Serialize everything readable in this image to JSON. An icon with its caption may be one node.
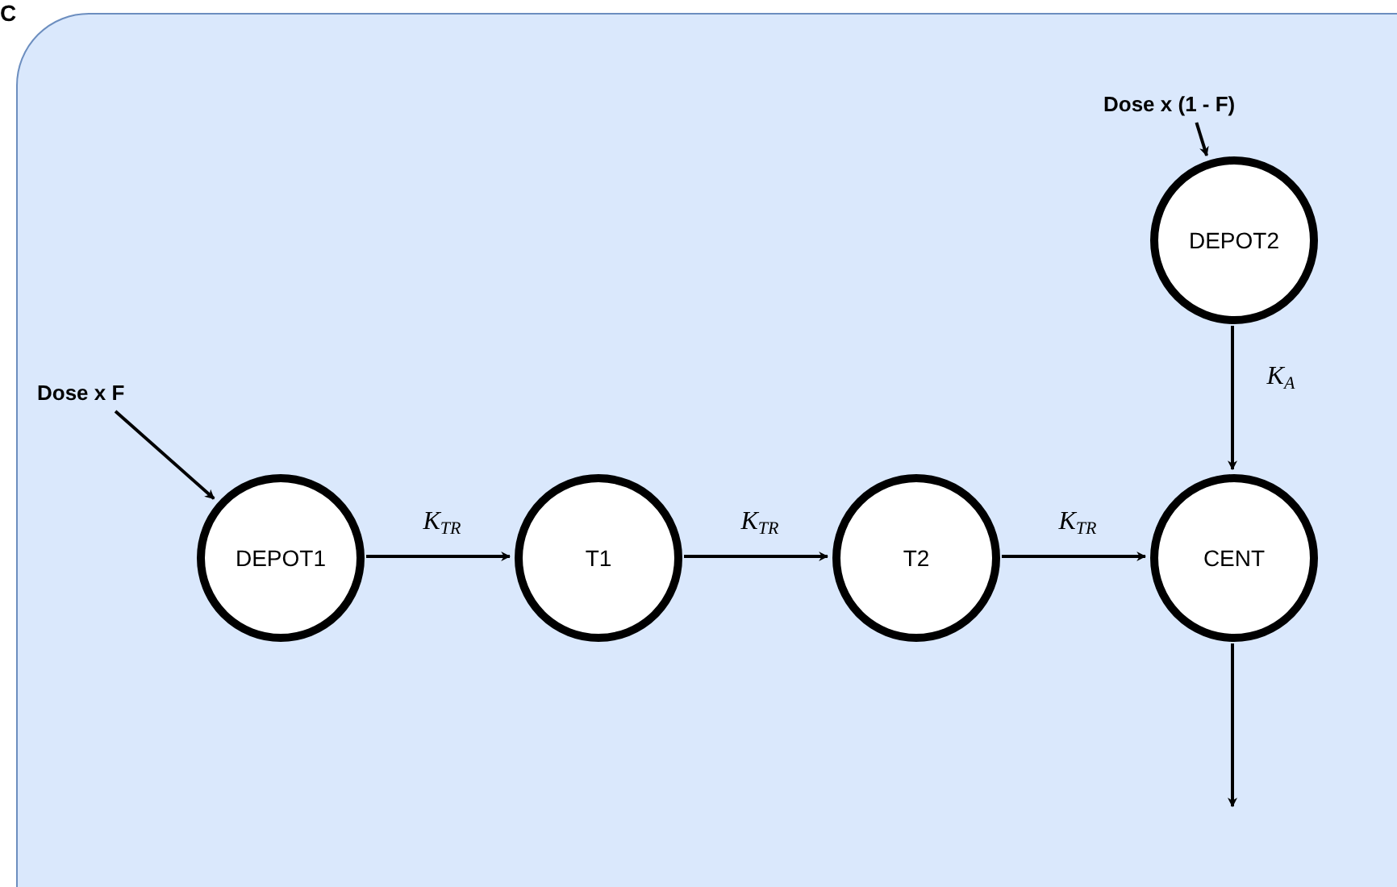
{
  "diagram": {
    "nodes": [
      {
        "text": [],
        "shape": "box"
      },
      {
        "text": [
          "Dose x (1 - F)"
        ],
        "in": 0
      },
      {
        "text": [
          "DEPOT2"
        ],
        "in": 0
      },
      {
        "text": [
          "Dose x F"
        ],
        "in": 0
      },
      {
        "text": [
          "DEPOT1"
        ],
        "in": 0
      },
      {
        "text": [
          "T1"
        ],
        "in": 0
      },
      {
        "text": [
          "T2"
        ],
        "in": 0
      },
      {
        "text": [
          "CENT"
        ],
        "in": 0
      }
    ],
    "edges": [
      {
        "from": 1,
        "to": 2,
        "arrow": "to"
      },
      {
        "from": 3,
        "to": 4,
        "arrow": "to"
      },
      {
        "from": 4,
        "to": 5,
        "arrow": "to",
        "label": "K$_{TR}$"
      },
      {
        "from": 5,
        "to": 6,
        "arrow": "to",
        "label": "K$_{TR}$"
      },
      {
        "from": 6,
        "to": 7,
        "arrow": "to",
        "label": "K$_{TR}$"
      },
      {
        "from": 2,
        "to": 7,
        "arrow": "to",
        "label": "K$_{A}$"
      },
      {
        "from": 7,
        "to": null,
        "arrow": "to"
      }
    ],
    "labels": [
      "C"
    ]
  }
}
